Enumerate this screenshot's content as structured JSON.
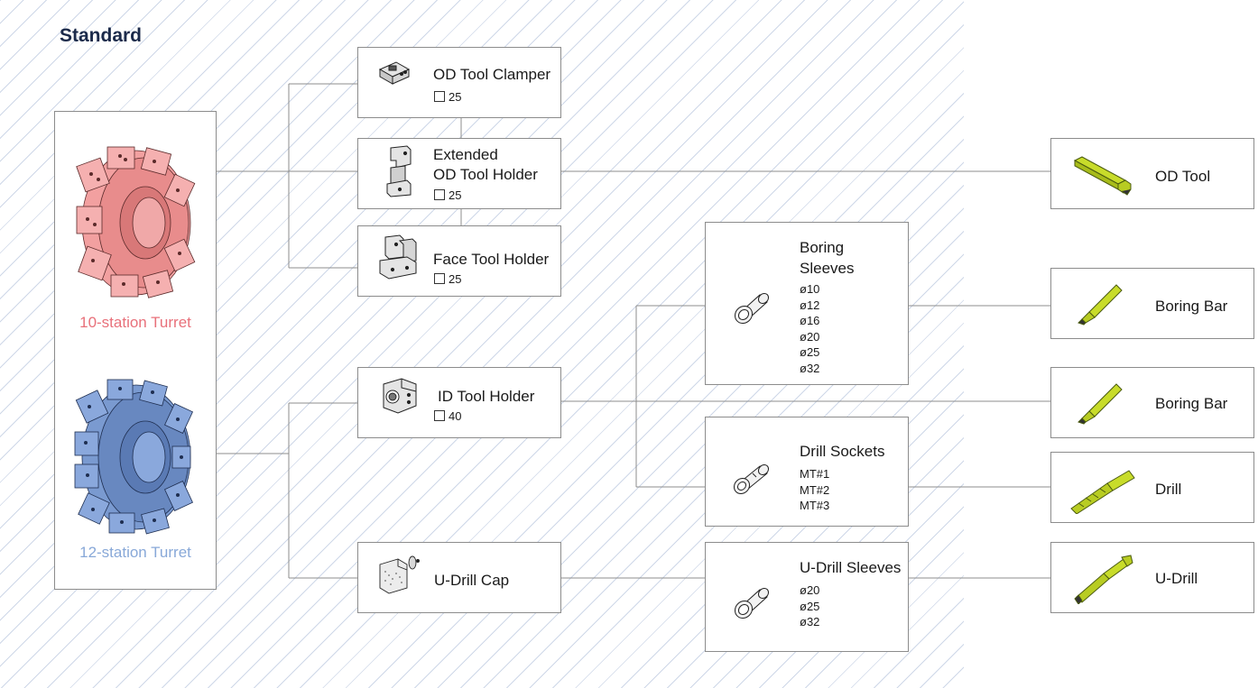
{
  "title": "Standard",
  "turrets": [
    {
      "label": "10-station Turret",
      "color": "#e8707a",
      "fill": "#f2a0a0"
    },
    {
      "label": "12-station Turret",
      "color": "#88a8d8",
      "fill": "#7a9ad0"
    }
  ],
  "holders": {
    "od_clamper": {
      "name": "OD Tool Clamper",
      "size": "25"
    },
    "extended": {
      "name_line1": "Extended",
      "name_line2": "OD Tool Holder",
      "size": "25"
    },
    "face": {
      "name": "Face Tool Holder",
      "size": "25"
    },
    "id_holder": {
      "name": "ID Tool Holder",
      "size": "40"
    },
    "udrill_cap": {
      "name": "U-Drill Cap"
    }
  },
  "sleeves": {
    "boring": {
      "name_line1": "Boring",
      "name_line2": "Sleeves",
      "sizes": [
        "ø10",
        "ø12",
        "ø16",
        "ø20",
        "ø25",
        "ø32"
      ]
    },
    "drill": {
      "name": "Drill Sockets",
      "sizes": [
        "MT#1",
        "MT#2",
        "MT#3"
      ]
    },
    "udrill": {
      "name": "U-Drill Sleeves",
      "sizes": [
        "ø20",
        "ø25",
        "ø32"
      ]
    }
  },
  "tools": {
    "od_tool": "OD Tool",
    "boring_bar_1": "Boring Bar",
    "boring_bar_2": "Boring Bar",
    "drill": "Drill",
    "udrill": "U-Drill"
  },
  "colors": {
    "tool_yellow": "#c8dc2a",
    "hatch": "#c9d3e6",
    "title": "#1b2a4a",
    "line": "#8c8c8c"
  }
}
